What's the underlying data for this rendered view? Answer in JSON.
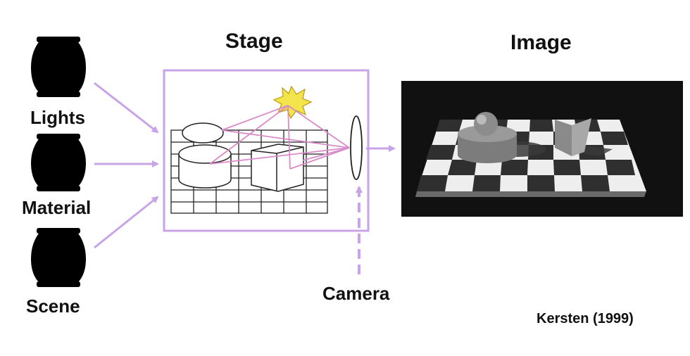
{
  "title": "Stage",
  "output_title": "Image",
  "inputs": [
    "Lights",
    "Material",
    "Scene"
  ],
  "camera_label": "Camera",
  "credit": "Kersten (1999)",
  "colors": {
    "accent_purple": "#c9a3e8",
    "ray_pink": "#d98bc9",
    "light_yellow": "#f2e44a",
    "text": "#111111",
    "image_bg": "#111111"
  }
}
